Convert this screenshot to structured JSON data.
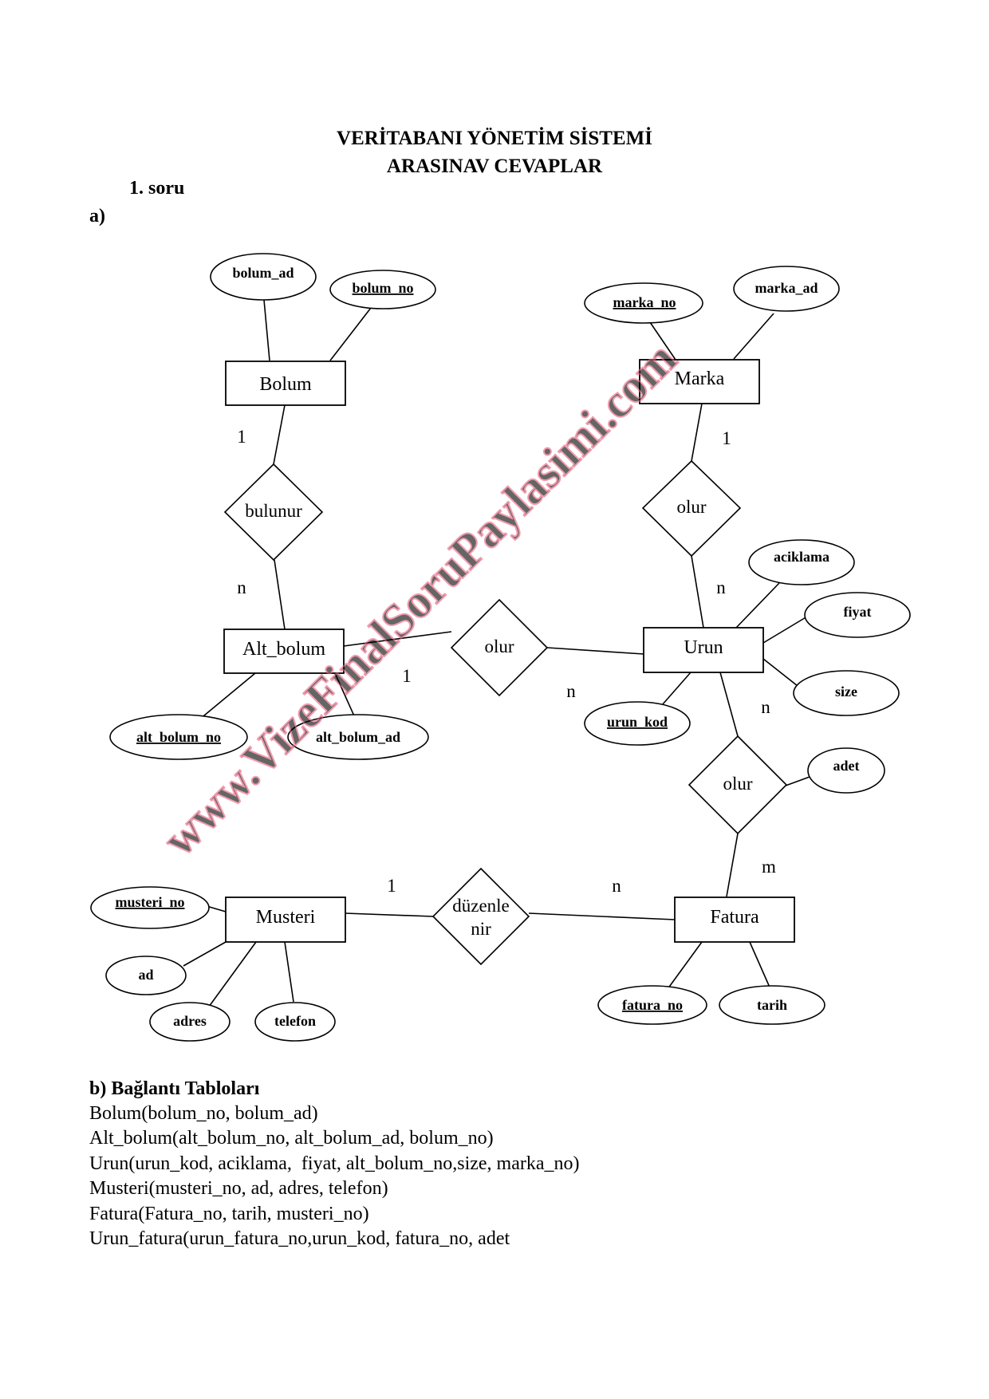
{
  "header": {
    "title_line1": "VERİTABANI YÖNETİM SİSTEMİ",
    "title_line2": "ARASINAV CEVAPLAR",
    "question": "1. soru",
    "part_a": "a)"
  },
  "diagram": {
    "entities": {
      "bolum": "Bolum",
      "marka": "Marka",
      "alt_bolum": "Alt_bolum",
      "urun": "Urun",
      "musteri": "Musteri",
      "fatura": "Fatura"
    },
    "attributes": {
      "bolum_ad": "bolum_ad",
      "bolum_no": "bolum_no",
      "marka_no": "marka_no",
      "marka_ad": "marka_ad",
      "aciklama": "aciklama",
      "fiyat": "fiyat",
      "size": "size",
      "urun_kod": "urun_kod",
      "adet": "adet",
      "alt_bolum_no": "alt_bolum_no",
      "alt_bolum_ad": "alt_bolum_ad",
      "musteri_no": "musteri_no",
      "ad": "ad",
      "adres": "adres",
      "telefon": "telefon",
      "fatura_no": "fatura_no",
      "tarih": "tarih"
    },
    "relationships": {
      "bulunur": "bulunur",
      "olur_marka": "olur",
      "olur_alt": "olur",
      "olur_fatura": "olur",
      "duzenlenir_line1": "düzenle",
      "duzenlenir_line2": "nir"
    },
    "cardinalities": {
      "bolum_1": "1",
      "bolum_n": "n",
      "marka_1": "1",
      "marka_n": "n",
      "alt_1": "1",
      "alt_n": "n",
      "urun_n": "n",
      "fatura_m": "m",
      "musteri_1": "1",
      "fatura_n": "n"
    },
    "watermark": "www.VizeFinalSoruPaylasimi.com",
    "colors": {
      "watermark": "#e85a78"
    }
  },
  "tables": {
    "heading": "b) Bağlantı Tabloları",
    "lines": [
      "Bolum(bolum_no, bolum_ad)",
      "Alt_bolum(alt_bolum_no, alt_bolum_ad, bolum_no)",
      "Urun(urun_kod, aciklama,  fiyat, alt_bolum_no,size, marka_no)",
      "Musteri(musteri_no, ad, adres, telefon)",
      "Fatura(Fatura_no, tarih, musteri_no)",
      "Urun_fatura(urun_fatura_no,urun_kod, fatura_no, adet"
    ]
  }
}
